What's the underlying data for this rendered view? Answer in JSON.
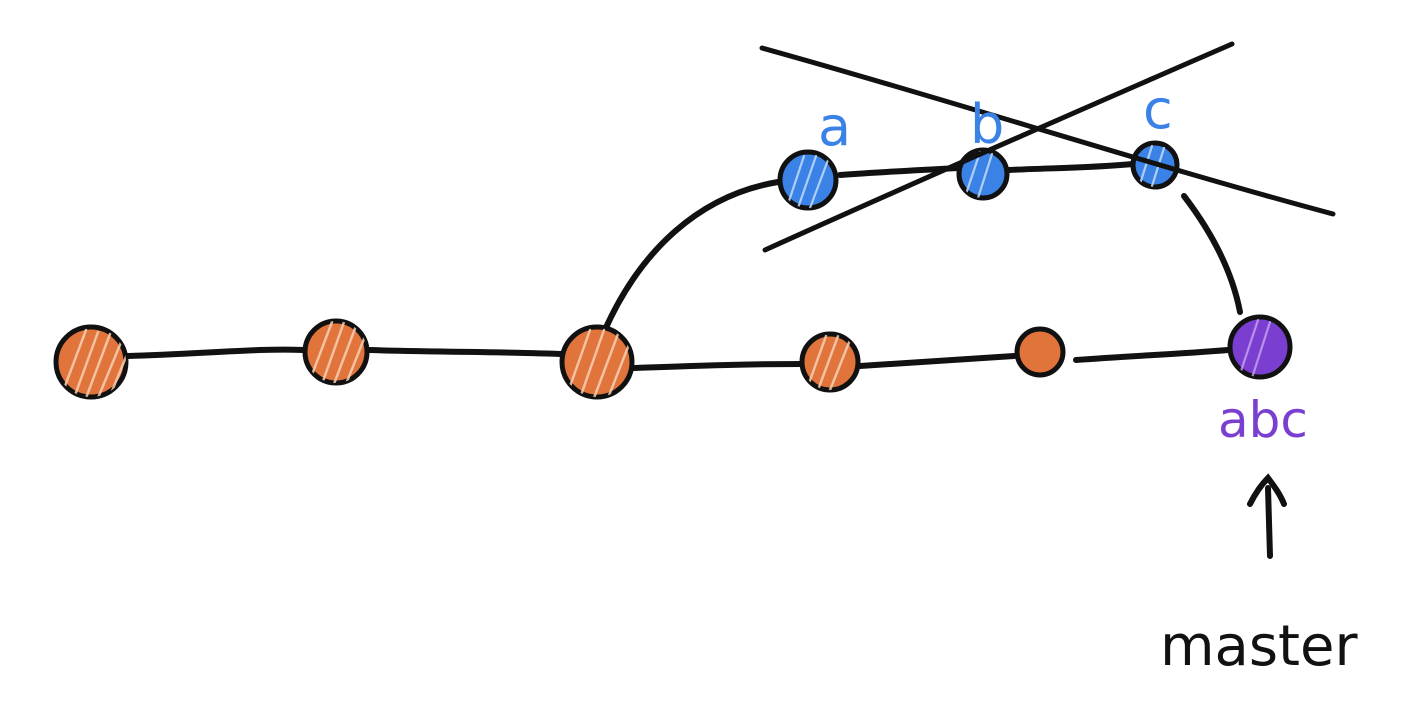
{
  "colors": {
    "main_commit": "#e0743a",
    "branch_commit": "#3b82e6",
    "merged_commit": "#7a3fd0",
    "line": "#111111"
  },
  "labels": {
    "commit_a": "a",
    "commit_b": "b",
    "commit_c": "c",
    "merged_commit": "abc",
    "branch_pointer": "master"
  }
}
